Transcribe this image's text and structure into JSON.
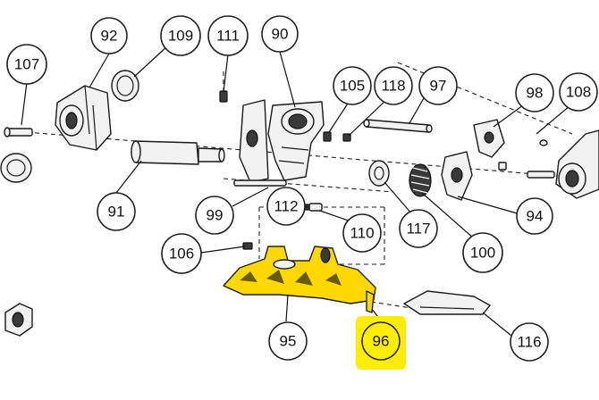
{
  "colors": {
    "highlight": "#ffee00",
    "highlight_part": "#ffd800",
    "line": "#1a1a1a",
    "background": "#ffffff"
  },
  "highlighted_part": "96",
  "callouts": [
    {
      "id": "c92",
      "label": "92"
    },
    {
      "id": "c109",
      "label": "109"
    },
    {
      "id": "c111",
      "label": "111"
    },
    {
      "id": "c90",
      "label": "90"
    },
    {
      "id": "c107",
      "label": "107"
    },
    {
      "id": "c105",
      "label": "105"
    },
    {
      "id": "c118",
      "label": "118"
    },
    {
      "id": "c97",
      "label": "97"
    },
    {
      "id": "c98",
      "label": "98"
    },
    {
      "id": "c108",
      "label": "108"
    },
    {
      "id": "c91",
      "label": "91"
    },
    {
      "id": "c99",
      "label": "99"
    },
    {
      "id": "c112",
      "label": "112"
    },
    {
      "id": "c110",
      "label": "110"
    },
    {
      "id": "c117",
      "label": "117"
    },
    {
      "id": "c100",
      "label": "100"
    },
    {
      "id": "c94",
      "label": "94"
    },
    {
      "id": "c106",
      "label": "106"
    },
    {
      "id": "c95",
      "label": "95"
    },
    {
      "id": "c96",
      "label": "96"
    },
    {
      "id": "c116",
      "label": "116"
    }
  ]
}
